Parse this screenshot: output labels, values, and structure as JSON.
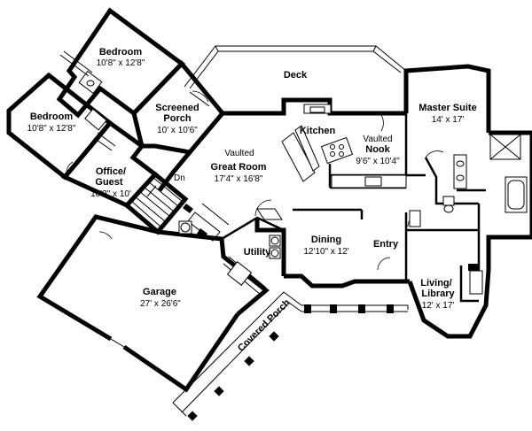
{
  "rooms": {
    "bedroom_upper": {
      "name": "Bedroom",
      "size": "10'8\" x 12'8\""
    },
    "bedroom_left": {
      "name": "Bedroom",
      "size": "10'8\" x 12'8\""
    },
    "office_guest": {
      "name_line1": "Office/",
      "name_line2": "Guest",
      "size": "10'2\" x 10'"
    },
    "screened_porch": {
      "name_line1": "Screened",
      "name_line2": "Porch",
      "size": "10' x 10'6\""
    },
    "deck": {
      "name": "Deck"
    },
    "kitchen": {
      "name": "Kitchen"
    },
    "nook": {
      "vaulted": "Vaulted",
      "name": "Nook",
      "size": "9'6\" x 10'4\""
    },
    "master_suite": {
      "name": "Master Suite",
      "size": "14' x 17'"
    },
    "great_room": {
      "vaulted": "Vaulted",
      "name": "Great Room",
      "size": "17'4\" x 16'8\""
    },
    "dining": {
      "name": "Dining",
      "size": "12'10\" x 12'"
    },
    "entry": {
      "name": "Entry"
    },
    "utility": {
      "name": "Utility"
    },
    "living_library": {
      "name_line1": "Living/",
      "name_line2": "Library",
      "size": "12' x 17'"
    },
    "garage": {
      "name": "Garage",
      "size": "27' x 26'6\""
    },
    "covered_porch": {
      "name": "Covered Porch"
    }
  },
  "annotations": {
    "stair_down": "Dn"
  }
}
